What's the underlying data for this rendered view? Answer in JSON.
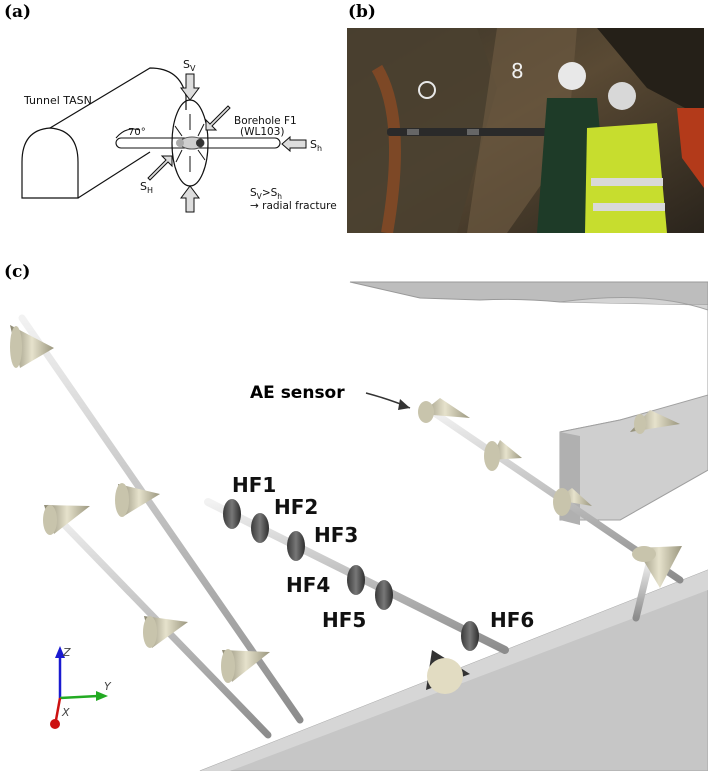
{
  "panel_labels": {
    "a": "(a)",
    "b": "(b)",
    "c": "(c)"
  },
  "diagram_a": {
    "tunnel_label": "Tunnel TASN",
    "angle_label": "70°",
    "borehole_line1": "Borehole F1",
    "borehole_line2": "(WL103)",
    "sv": {
      "main": "S",
      "sub": "V"
    },
    "sh_min": {
      "main": "S",
      "sub": "h"
    },
    "sh_max": {
      "main": "S",
      "sub": "H"
    },
    "condition_line1": {
      "a": "S",
      "a_sub": "V",
      "op": ">",
      "b": "S",
      "b_sub": "h"
    },
    "condition_line2": "→ radial fracture"
  },
  "photo_b": {
    "description_icon": "photo-icon"
  },
  "scene_c": {
    "ae_label": "AE sensor",
    "fractures": [
      "HF1",
      "HF2",
      "HF3",
      "HF4",
      "HF5",
      "HF6"
    ],
    "axes": {
      "z": "Z",
      "y": "Y",
      "x": "X"
    },
    "colors": {
      "z": "#1a1ad0",
      "y": "#22aa22",
      "x": "#cc1111",
      "sensor": "#d8d4bc",
      "rock": "#c8c8c8"
    }
  }
}
